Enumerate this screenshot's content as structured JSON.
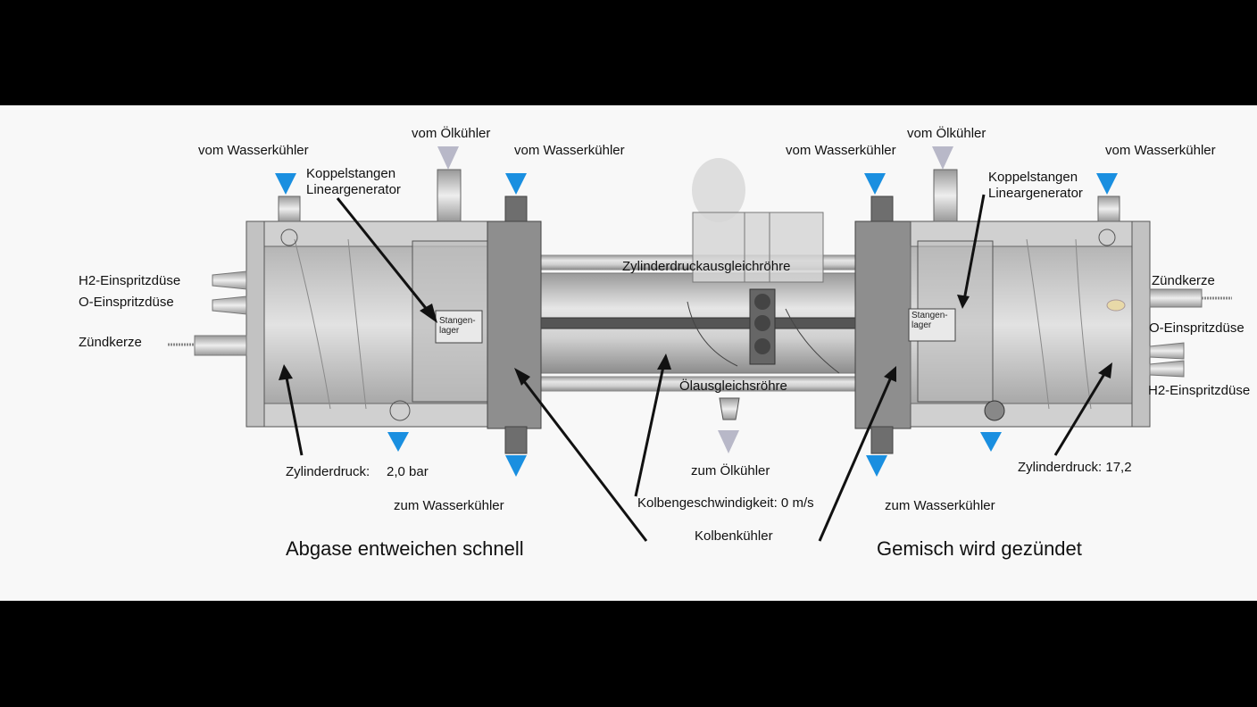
{
  "labels": {
    "vom_wasserkuehler_l1": "vom Wasserkühler",
    "vom_oelkuehler_l": "vom Ölkühler",
    "vom_wasserkuehler_l2": "vom Wasserkühler",
    "koppelstangen_l": "Koppelstangen Lineargenerator",
    "h2_einspritzduese_l": "H2-Einspritzdüse",
    "o_einspritzduese_l": "O-Einspritzdüse",
    "zuendkerze_l": "Zündkerze",
    "stangenlager_l": "Stangen-lager",
    "zylinderdruck_l": "Zylinderdruck:",
    "zylinderdruck_l_value": "2,0 bar",
    "zum_wasserkuehler_l": "zum Wasserkühler",
    "abgase": "Abgase entweichen schnell",
    "zylinderdruckausgleich": "Zylinderdruckausgleichröhre",
    "oelausgleich": "Ölausgleichsröhre",
    "zum_oelkuehler": "zum Ölkühler",
    "kolbengeschwindigkeit": "Kolbengeschwindigkeit: 0 m/s",
    "kolbenkuehler": "Kolbenkühler",
    "vom_wasserkuehler_r1": "vom Wasserkühler",
    "vom_oelkuehler_r": "vom Ölkühler",
    "vom_wasserkuehler_r2": "vom Wasserkühler",
    "koppelstangen_r": "Koppelstangen Lineargenerator",
    "zuendkerze_r": "Zündkerze",
    "o_einspritzduese_r": "O-Einspritzdüse",
    "h2_einspritzduese_r": "H2-Einspritzdüse",
    "stangenlager_r": "Stangen-lager",
    "zylinderdruck_r": "Zylinderdruck: 17,2",
    "zum_wasserkuehler_r": "zum Wasserkühler",
    "gemisch": "Gemisch wird gezündet"
  },
  "colors": {
    "background": "#f8f8f8",
    "water_arrow": "#1a8fe0",
    "oil_arrow": "#b8b8c8",
    "housing": "#c9c9c9",
    "flange": "#8e8e8e"
  }
}
